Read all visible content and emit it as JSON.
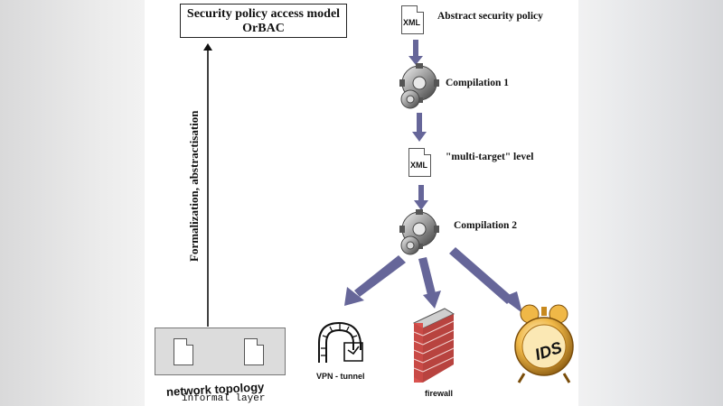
{
  "model_box": {
    "line1": "Security policy access model",
    "line2": "OrBAC"
  },
  "left_axis": {
    "label": "Formalization, abstractisation"
  },
  "steps": {
    "abstract_label": "Abstract security policy",
    "compilation1_label": "Compilation 1",
    "multitarget_label": "\"multi-target\" level",
    "compilation2_label": "Compilation 2",
    "xml_icon_text": "XML"
  },
  "targets": {
    "vpn_label": "VPN - tunnel",
    "firewall_label": "firewall",
    "ids_text": "IDS"
  },
  "network": {
    "title": "network topology",
    "subtitle": "informal layer"
  },
  "colors": {
    "arrow": "#666699",
    "firewall_brick": "#d9534f",
    "alarm_clock": "#e8a93a"
  },
  "icons": [
    "xml-doc-icon",
    "gears-icon",
    "vpn-tunnel-icon",
    "firewall-icon",
    "alarm-clock-icon",
    "document-icon"
  ]
}
